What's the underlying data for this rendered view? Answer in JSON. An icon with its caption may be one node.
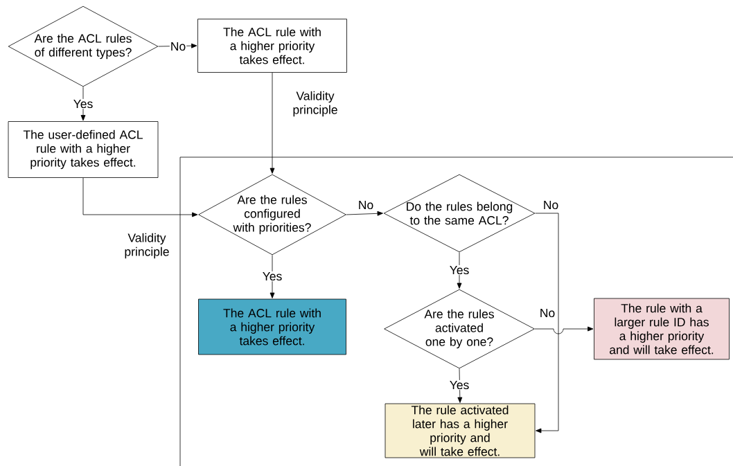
{
  "diagram": {
    "nodes": [
      {
        "text": [
          "Are the ACL rules of different types?"
        ]
      },
      {
        "text": [
          "The ACL rule with a higher priority takes effect."
        ]
      },
      {
        "text": [
          "The user-defined ACL rule with a higher priority takes effect."
        ]
      },
      {
        "text": [
          "Are the rules configured with priorities?"
        ]
      },
      {
        "text": [
          "Do the rules belong to the same ACL?"
        ]
      },
      {
        "text": [
          "The ACL rule with a higher priority takes effect."
        ]
      },
      {
        "text": [
          "Are the rules activated one by one?"
        ]
      },
      {
        "text": [
          "The rule with a larger rule ID has a higher priority and will take effect."
        ]
      },
      {
        "text": [
          "The rule activated later has a higher priority and will take effect."
        ]
      }
    ],
    "edges": [
      {
        "from": 0,
        "to": 1,
        "arrow": "to",
        "label": "No"
      },
      {
        "from": 0,
        "to": 2,
        "arrow": "to",
        "label": "Yes"
      },
      {
        "from": 1,
        "to": 3,
        "arrow": "to",
        "label": "Validity principle"
      },
      {
        "from": 2,
        "to": 3,
        "arrow": "to",
        "label": "Validity principle"
      },
      {
        "from": 3,
        "to": 4,
        "arrow": "to",
        "label": "No"
      },
      {
        "from": 3,
        "to": 5,
        "arrow": "to",
        "label": "Yes"
      },
      {
        "from": 4,
        "to": 6,
        "arrow": "to",
        "label": "Yes"
      },
      {
        "from": 4,
        "to": 8,
        "arrow": "to",
        "label": "No"
      },
      {
        "from": 6,
        "to": 7,
        "arrow": "to",
        "label": "No"
      },
      {
        "from": 6,
        "to": 8,
        "arrow": "to",
        "label": "Yes"
      }
    ]
  }
}
